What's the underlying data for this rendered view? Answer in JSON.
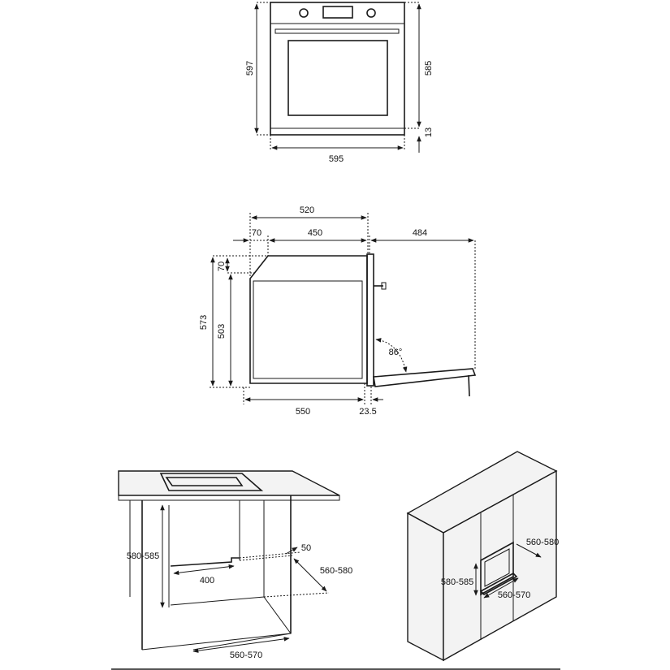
{
  "front_view": {
    "height_label": "597",
    "width_label": "595",
    "right_height_label": "585",
    "gap_label": "13"
  },
  "side_view": {
    "top_depth_label": "520",
    "inner_depth_label": "450",
    "front_offset_label": "70",
    "door_swing_label": "484",
    "top_gap_label": "70",
    "total_height_label": "573",
    "inner_height_label": "503",
    "bottom_depth_label": "550",
    "panel_label": "23.5",
    "angle_label": "86°"
  },
  "undercounter": {
    "height_label": "580-585",
    "vent_label": "400",
    "gap_label": "50",
    "depth_label": "560-580",
    "width_label": "560-570"
  },
  "column": {
    "depth_label": "560-580",
    "height_label": "580-585",
    "width_label": "560-570"
  }
}
